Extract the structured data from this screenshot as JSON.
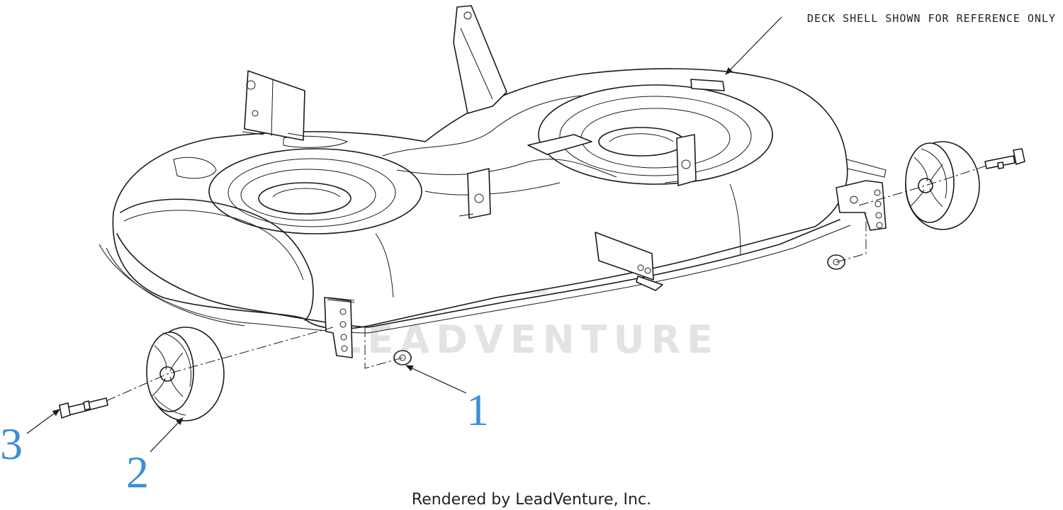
{
  "diagram": {
    "note": "DECK SHELL SHOWN FOR REFERENCE ONLY",
    "callouts": [
      {
        "id": "1",
        "label": "1"
      },
      {
        "id": "2",
        "label": "2"
      },
      {
        "id": "3",
        "label": "3"
      }
    ],
    "watermark": "LEADVENTURE",
    "footer": "Rendered by LeadVenture, Inc.",
    "colors": {
      "callout": "#3b8fd9",
      "line": "#1a1a1a",
      "watermark": "#e3e3e3"
    }
  }
}
